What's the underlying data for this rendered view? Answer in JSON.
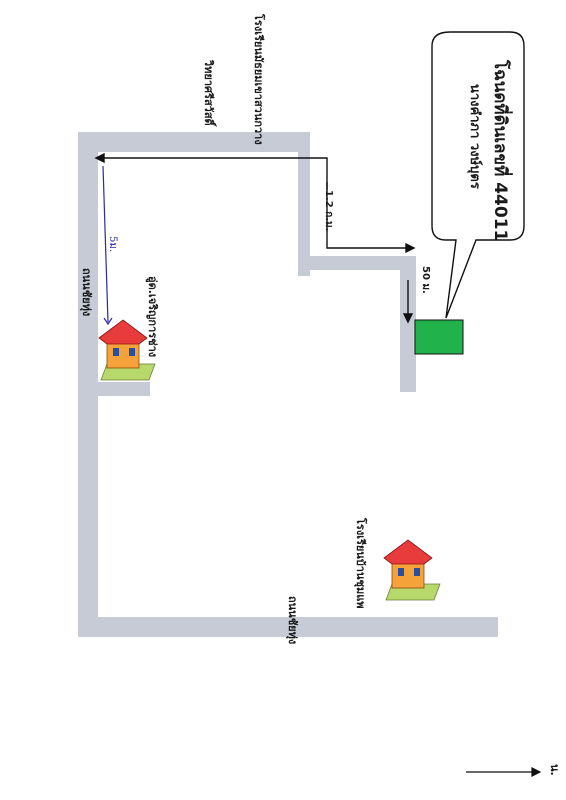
{
  "map": {
    "callout": {
      "line1": "โฉนดที่ดินเลขที่ 44011",
      "line2": "นางคำภา วงษ์บุตร"
    },
    "labels": {
      "school_top_line1": "โรงเรียนมัธยมเขาสวนกวาง",
      "school_top_line2": "วิทยาศรีสวัสดิ์",
      "road_left": "ถนนชัยทุ่ง",
      "road_bottom": "ถนนชัยทุ่ง",
      "garage": "อู่ด.เจริญการช่าง",
      "school_bottom": "โรงเรียนบ้านชุมแพ",
      "distance_1": "1.2 ก.ม.",
      "distance_2": "50 ม.",
      "handwritten_note": "5ม.",
      "north": "น."
    },
    "colors": {
      "road": "#c7cbd6",
      "plot": "#22b24c",
      "route": "#111111",
      "handwritten": "#2a2aa8"
    },
    "icons": [
      "house-icon-garage",
      "house-icon-school",
      "north-arrow-icon"
    ]
  }
}
